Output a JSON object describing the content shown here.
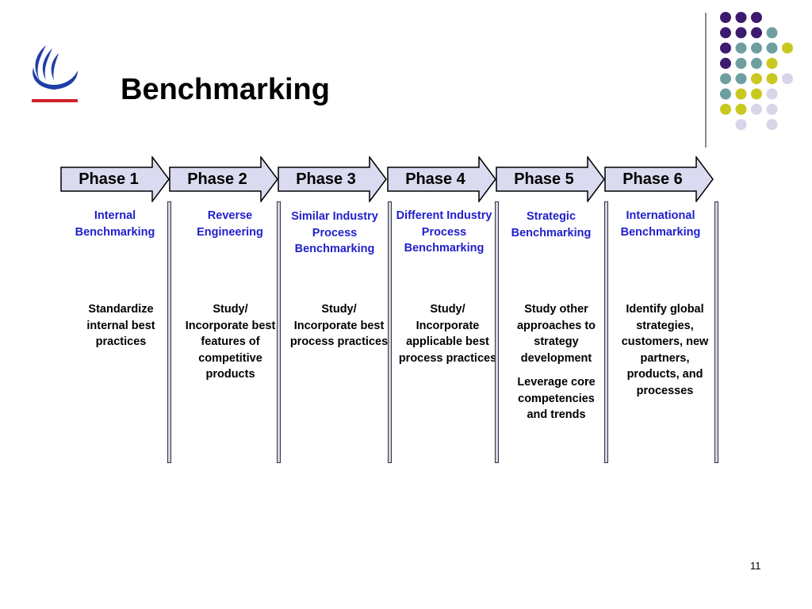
{
  "slide": {
    "title": "Benchmarking",
    "page_number": "11"
  },
  "colors": {
    "arrow_fill": "#dadaf0",
    "arrow_stroke": "#000000",
    "heading_blue": "#1f1fcc",
    "dot_purple": "#3d1a6e",
    "dot_teal": "#6f9ea0",
    "dot_yellow": "#c8c820",
    "dot_lavender": "#d6d6e8"
  },
  "phases": [
    {
      "label": "Phase 1",
      "heading": "Internal Benchmarking",
      "description": [
        "Standardize internal best practices"
      ]
    },
    {
      "label": "Phase 2",
      "heading": "Reverse Engineering",
      "description": [
        "Study/ Incorporate best features of competitive products"
      ]
    },
    {
      "label": "Phase 3",
      "heading": "Similar Industry Process Benchmarking",
      "description": [
        "Study/ Incorporate best process practices"
      ]
    },
    {
      "label": "Phase 4",
      "heading": "Different Industry Process Benchmarking",
      "description": [
        "Study/ Incorporate applicable best process practices"
      ]
    },
    {
      "label": "Phase 5",
      "heading": "Strategic Benchmarking",
      "description": [
        "Study other approaches to strategy development",
        "Leverage core competencies and trends"
      ]
    },
    {
      "label": "Phase 6",
      "heading": "International Benchmarking",
      "description": [
        "Identify global strategies, customers, new partners, products, and processes"
      ]
    }
  ]
}
